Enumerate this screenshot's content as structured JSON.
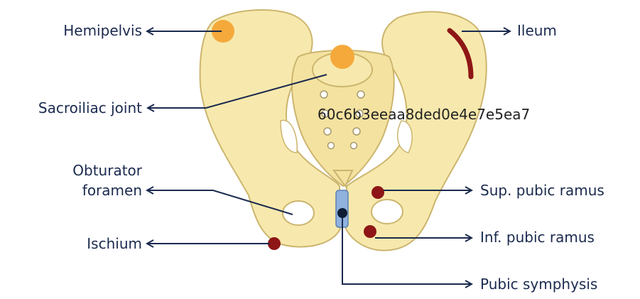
{
  "labels": {
    "hemipelvis": "Hemipelvis",
    "sacroiliac_joint": "Sacroiliac joint",
    "obturator_foramen_line1": "Obturator",
    "obturator_foramen_line2": "foramen",
    "ischium": "Ischium",
    "ileum": "Ileum",
    "sup_pubic_ramus": "Sup. pubic ramus",
    "inf_pubic_ramus": "Inf. pubic ramus",
    "pubic_symphysis": "Pubic symphysis"
  },
  "watermark": "60c6b3eeaa8ded0e4e7e5ea7",
  "colors": {
    "bone_fill": "#f7e9ad",
    "bone_stroke": "#ccb56e",
    "marker_orange": "#f5a93b",
    "marker_red": "#8e1616",
    "symphysis_blue": "#8fb2de",
    "label_text": "#1b2a4e",
    "arrow": "#1b2a4e"
  }
}
